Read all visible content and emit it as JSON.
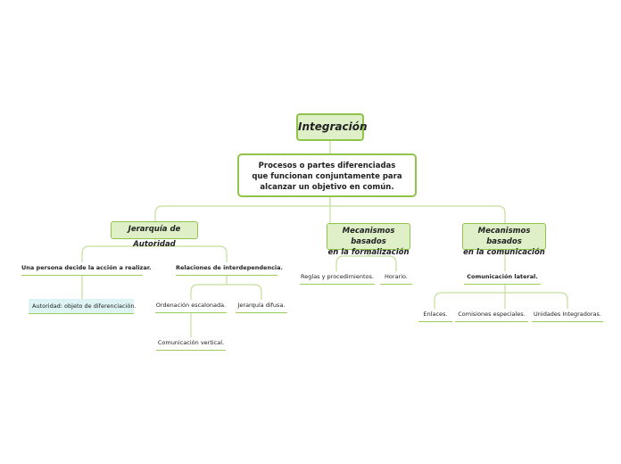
{
  "root": "Integración",
  "description": [
    "Procesos o partes diferenciadas",
    "que funcionan conjuntamente para",
    "alcanzar un objetivo en común."
  ],
  "categories": [
    {
      "lines": [
        "Jerarquía de Autoridad"
      ]
    },
    {
      "lines": [
        "Mecanismos basados",
        "en la formalización"
      ]
    },
    {
      "lines": [
        "Mecanismos basados",
        "en la comunicación"
      ]
    }
  ],
  "leaves": {
    "persona": "Una persona decide la acción a realizar.",
    "autoridad": "Autoridad: objeto de diferenciación.",
    "relaciones": "Relaciones de interdependencia.",
    "ordenacion": "Ordenación escalonada.",
    "jerarquia_difusa": "Jerarquía difusa.",
    "comunicacion_vertical": "Comunicación vertical.",
    "reglas": "Reglas y procedimientos.",
    "horario": "Horario.",
    "comunicacion_lateral": "Comunicación lateral.",
    "enlaces": "Enlaces.",
    "comisiones": "Comisiones especiales.",
    "unidades": "Unidades Integradoras."
  },
  "colors": {
    "accent": "#8fc34a",
    "fill": "#dff0c8",
    "highlight": "#def3f3",
    "line": "#c3df9a"
  }
}
